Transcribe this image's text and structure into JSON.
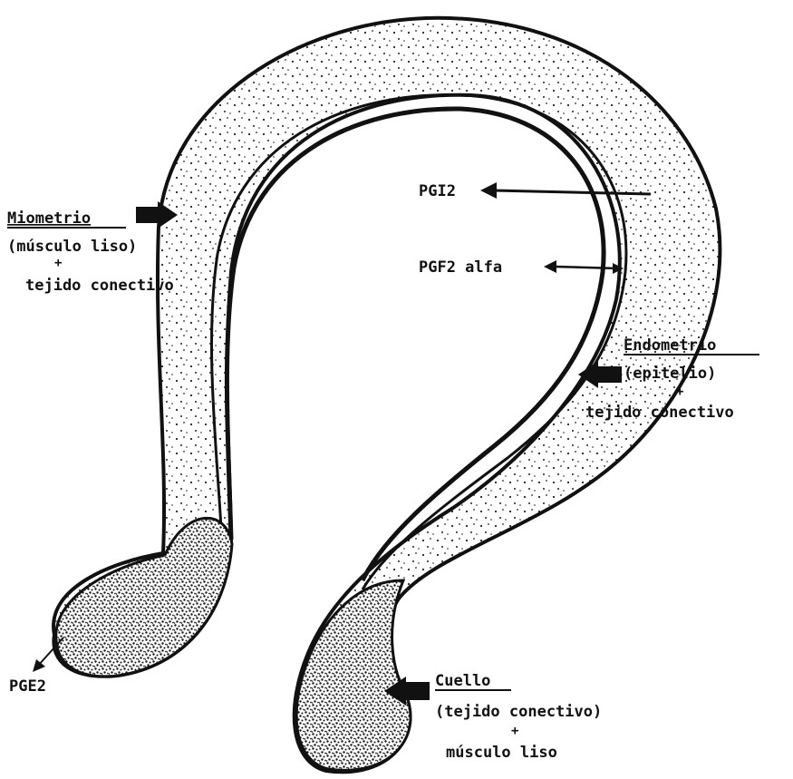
{
  "labels": {
    "miometrio": {
      "title": "Miometrio",
      "line2": "(músculo liso)",
      "plus": "+",
      "line3": "tejido conectivo"
    },
    "endometrio": {
      "title": "Endometrio",
      "line2": "(epitelio)",
      "plus": "+",
      "line3": "tejido conectivo"
    },
    "cuello": {
      "title": "Cuello",
      "line2": "(tejido conectivo)",
      "plus": "+",
      "line3": "músculo liso"
    },
    "pgi2": "PGI2",
    "pgf2": "PGF2 alfa",
    "pge2": "PGE2"
  },
  "colors": {
    "ink": "#111111",
    "paper": "#ffffff"
  }
}
